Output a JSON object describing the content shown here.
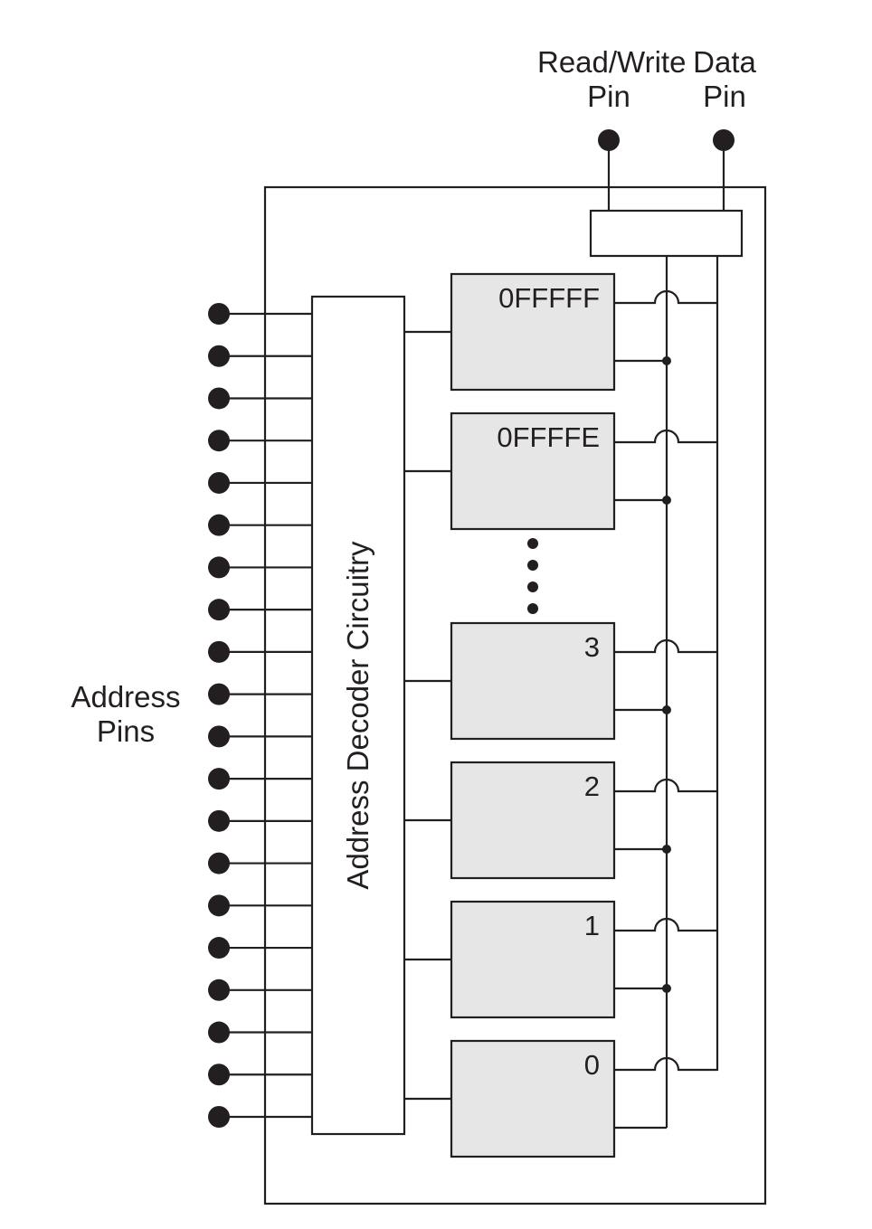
{
  "labels": {
    "read_write_line1": "Read/Write",
    "read_write_line2": "Pin",
    "data_line1": "Data",
    "data_line2": "Pin",
    "address_line1": "Address",
    "address_line2": "Pins",
    "decoder": "Address Decoder Circuitry"
  },
  "memory_cells": [
    {
      "address": "0FFFFF"
    },
    {
      "address": "0FFFFE"
    },
    {
      "address": "3"
    },
    {
      "address": "2"
    },
    {
      "address": "1"
    },
    {
      "address": "0"
    }
  ],
  "address_pin_count": 20,
  "colors": {
    "ink": "#231f20",
    "cell_fill": "#e6e6e7",
    "background": "#ffffff"
  }
}
